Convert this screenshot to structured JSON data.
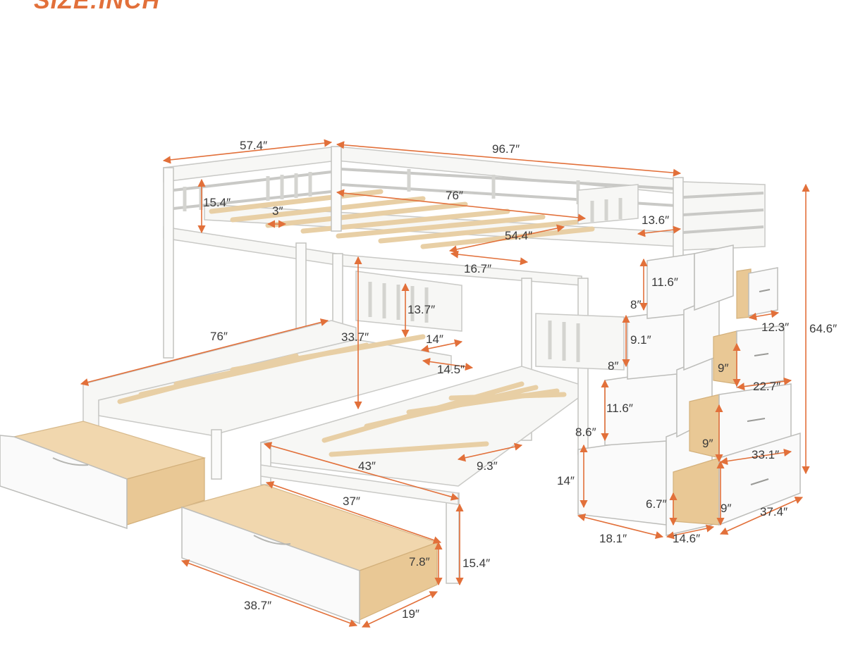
{
  "title": "SIZE:INCH",
  "colors": {
    "accent": "#e2703a",
    "frame": "#f7f7f5",
    "wood": "#f1d7ae"
  },
  "dimensions": {
    "d_57_4": "57.4″",
    "d_96_7": "96.7″",
    "d_76_top": "76″",
    "d_15_4_top": "15.4″",
    "d_3": "3″",
    "d_54_4": "54.4″",
    "d_13_6": "13.6″",
    "d_16_7": "16.7″",
    "d_11_6_top": "11.6″",
    "d_64_6": "64.6″",
    "d_13_7": "13.7″",
    "d_8_top": "8″",
    "d_12_3": "12.3″",
    "d_76_left": "76″",
    "d_33_7": "33.7″",
    "d_14_mid": "14″",
    "d_9_1": "9.1″",
    "d_14_5": "14.5″",
    "d_8_mid": "8″",
    "d_9_a": "9″",
    "d_22_7": "22.7″",
    "d_11_6_mid": "11.6″",
    "d_8_6": "8.6″",
    "d_9_b": "9″",
    "d_33_1": "33.1″",
    "d_43": "43″",
    "d_9_3": "9.3″",
    "d_14_low": "14″",
    "d_37": "37″",
    "d_6_7": "6.7″",
    "d_9_c": "9″",
    "d_37_4": "37.4″",
    "d_18_1": "18.1″",
    "d_14_6": "14.6″",
    "d_7_8": "7.8″",
    "d_15_4_low": "15.4″",
    "d_38_7": "38.7″",
    "d_19": "19″"
  }
}
